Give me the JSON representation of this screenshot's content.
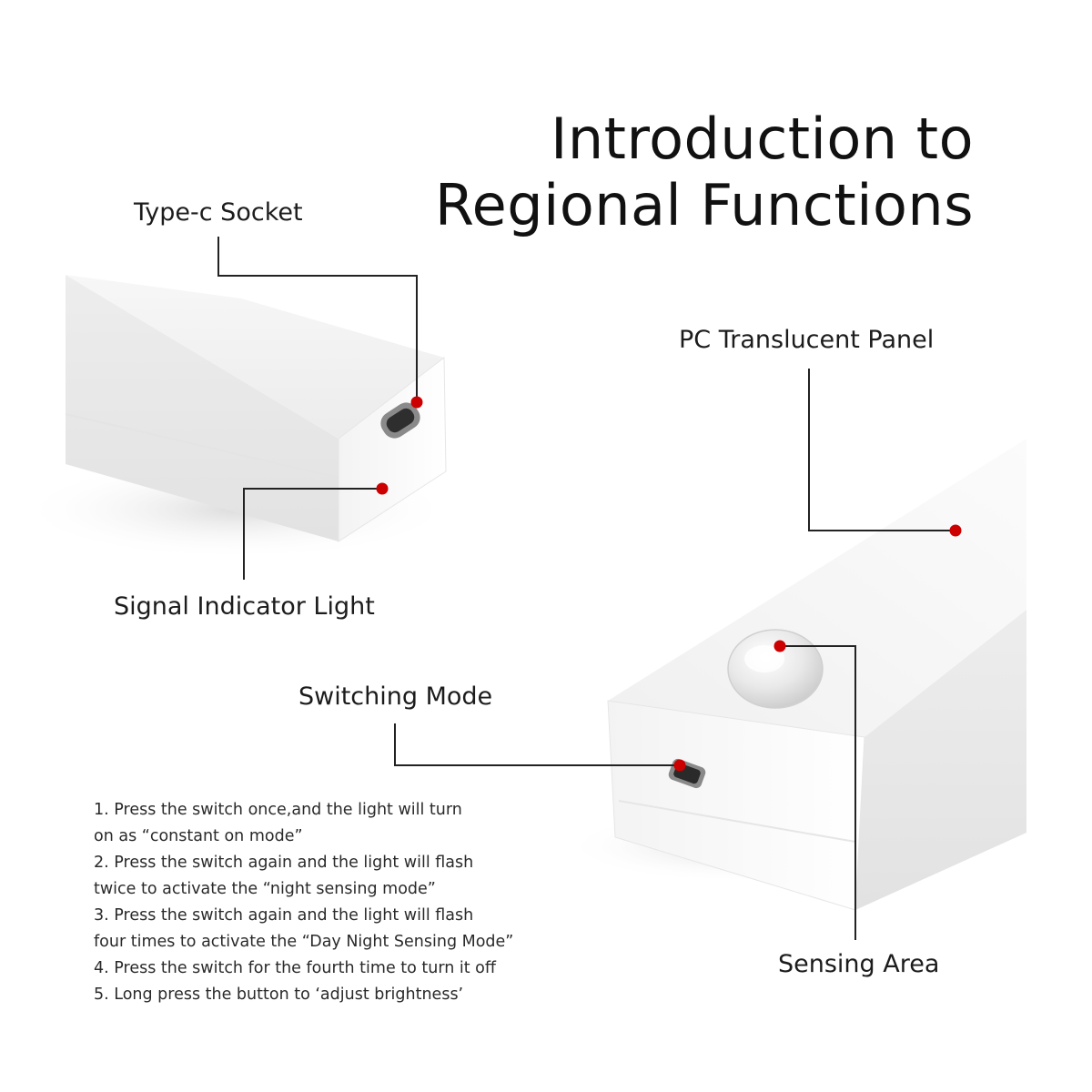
{
  "title": {
    "line1": "Introduction to",
    "line2": "Regional Functions"
  },
  "callouts": {
    "typec_socket": "Type-c Socket",
    "signal_indicator_light": "Signal Indicator Light",
    "pc_translucent_panel": "PC Translucent Panel",
    "switching_mode": "Switching Mode",
    "sensing_area": "Sensing Area"
  },
  "instructions": [
    "1. Press the switch once,and the light will turn",
    "on as “constant on mode”",
    "2. Press the switch again and the light will flash",
    "twice to activate the “night sensing mode”",
    "3. Press the switch again and the light will flash",
    "four times to activate the “Day Night Sensing Mode”",
    "4. Press the switch for the fourth time to turn it off",
    "5. Long press the button to ‘adjust brightness’"
  ],
  "colors": {
    "marker": "#cc0000",
    "leader_line": "#222222",
    "product_body": "#f4f4f4"
  }
}
